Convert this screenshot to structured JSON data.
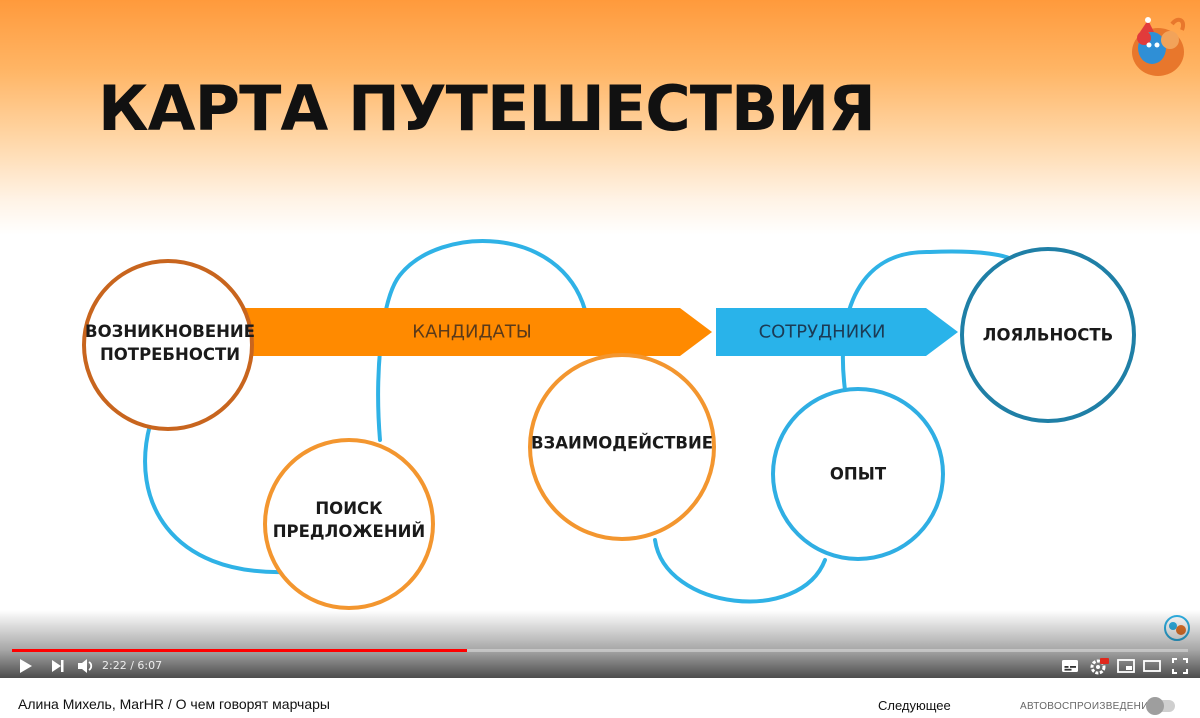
{
  "slide": {
    "title": "КАРТА ПУТЕШЕСТВИЯ",
    "nodes": [
      {
        "id": "need",
        "label": "ВОЗНИКНОВЕНИЕ\nПОТРЕБНОСТИ",
        "color": "#c8651e"
      },
      {
        "id": "search",
        "label": "ПОИСК\nПРЕДЛОЖЕНИЙ",
        "color": "#f3962f"
      },
      {
        "id": "interaction",
        "label": "ВЗАИМОДЕЙСТВИЕ",
        "color": "#f3962f"
      },
      {
        "id": "experience",
        "label": "ОПЫТ",
        "color": "#2faee3"
      },
      {
        "id": "loyalty",
        "label": "ЛОЯЛЬНОСТЬ",
        "color": "#1f7fa6"
      }
    ],
    "arrows": [
      {
        "id": "candidates",
        "label": "КАНДИДАТЫ",
        "color": "#ff8a00",
        "text_color": "#5a3a1a"
      },
      {
        "id": "employees",
        "label": "СОТРУДНИКИ",
        "color": "#29b3ea",
        "text_color": "#1b3b55"
      }
    ],
    "curve_color": "#2fb2e6"
  },
  "player": {
    "current_time": "2:22",
    "duration": "6:07",
    "time_display": "2:22 / 6:07",
    "progress": 0.387,
    "icons": {
      "play": "play-icon",
      "next": "next-icon",
      "volume": "volume-icon",
      "subtitles": "subtitles-icon",
      "settings": "settings-icon",
      "miniplayer": "miniplayer-icon",
      "theater": "theater-icon",
      "fullscreen": "fullscreen-icon"
    },
    "progress_color": "#ff0000"
  },
  "below": {
    "video_title": "Алина Михель, MarHR / О чем говорят марчары",
    "next_label": "Следующее",
    "autoplay_label": "АВТОВОСПРОИЗВЕДЕНИЕ"
  }
}
